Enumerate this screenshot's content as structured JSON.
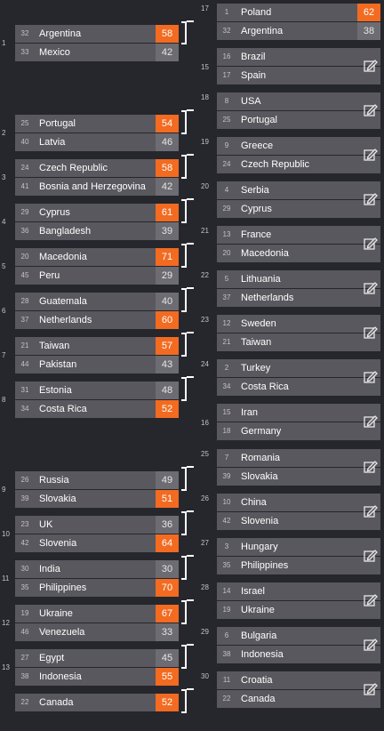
{
  "left_matches": [
    {
      "num": "1",
      "t1": {
        "seed": "32",
        "name": "Argentina",
        "score": "58",
        "win": true
      },
      "t2": {
        "seed": "33",
        "name": "Mexico",
        "score": "42",
        "win": false
      }
    },
    {
      "num": "2",
      "t1": {
        "seed": "25",
        "name": "Portugal",
        "score": "54",
        "win": true
      },
      "t2": {
        "seed": "40",
        "name": "Latvia",
        "score": "46",
        "win": false
      }
    },
    {
      "num": "3",
      "t1": {
        "seed": "24",
        "name": "Czech Republic",
        "score": "58",
        "win": true
      },
      "t2": {
        "seed": "41",
        "name": "Bosnia and Herzegovina",
        "score": "42",
        "win": false
      }
    },
    {
      "num": "4",
      "t1": {
        "seed": "29",
        "name": "Cyprus",
        "score": "61",
        "win": true
      },
      "t2": {
        "seed": "36",
        "name": "Bangladesh",
        "score": "39",
        "win": false
      }
    },
    {
      "num": "5",
      "t1": {
        "seed": "20",
        "name": "Macedonia",
        "score": "71",
        "win": true
      },
      "t2": {
        "seed": "45",
        "name": "Peru",
        "score": "29",
        "win": false
      }
    },
    {
      "num": "6",
      "t1": {
        "seed": "28",
        "name": "Guatemala",
        "score": "40",
        "win": false
      },
      "t2": {
        "seed": "37",
        "name": "Netherlands",
        "score": "60",
        "win": true
      }
    },
    {
      "num": "7",
      "t1": {
        "seed": "21",
        "name": "Taiwan",
        "score": "57",
        "win": true
      },
      "t2": {
        "seed": "44",
        "name": "Pakistan",
        "score": "43",
        "win": false
      }
    },
    {
      "num": "8",
      "t1": {
        "seed": "31",
        "name": "Estonia",
        "score": "48",
        "win": false
      },
      "t2": {
        "seed": "34",
        "name": "Costa Rica",
        "score": "52",
        "win": true
      }
    },
    {
      "num": "9",
      "t1": {
        "seed": "26",
        "name": "Russia",
        "score": "49",
        "win": false
      },
      "t2": {
        "seed": "39",
        "name": "Slovakia",
        "score": "51",
        "win": true
      }
    },
    {
      "num": "10",
      "t1": {
        "seed": "23",
        "name": "UK",
        "score": "36",
        "win": false
      },
      "t2": {
        "seed": "42",
        "name": "Slovenia",
        "score": "64",
        "win": true
      }
    },
    {
      "num": "11",
      "t1": {
        "seed": "30",
        "name": "India",
        "score": "30",
        "win": false
      },
      "t2": {
        "seed": "35",
        "name": "Philippines",
        "score": "70",
        "win": true
      }
    },
    {
      "num": "12",
      "t1": {
        "seed": "19",
        "name": "Ukraine",
        "score": "67",
        "win": true
      },
      "t2": {
        "seed": "46",
        "name": "Venezuela",
        "score": "33",
        "win": false
      }
    },
    {
      "num": "13",
      "t1": {
        "seed": "27",
        "name": "Egypt",
        "score": "45",
        "win": false
      },
      "t2": {
        "seed": "38",
        "name": "Indonesia",
        "score": "55",
        "win": true
      }
    },
    {
      "num": "",
      "t1": {
        "seed": "22",
        "name": "Canada",
        "score": "52",
        "win": true
      },
      "t2": {
        "seed": "",
        "name": "",
        "score": "",
        "win": false
      }
    }
  ],
  "right_matches": [
    {
      "num": "17",
      "t1": {
        "seed": "1",
        "name": "Poland",
        "score": "62",
        "win": true
      },
      "t2": {
        "seed": "32",
        "name": "Argentina",
        "score": "38",
        "win": false
      }
    },
    {
      "num": "15",
      "t1": {
        "seed": "16",
        "name": "Brazil"
      },
      "t2": {
        "seed": "17",
        "name": "Spain"
      }
    },
    {
      "num": "18",
      "t1": {
        "seed": "8",
        "name": "USA"
      },
      "t2": {
        "seed": "25",
        "name": "Portugal"
      }
    },
    {
      "num": "19",
      "t1": {
        "seed": "9",
        "name": "Greece"
      },
      "t2": {
        "seed": "24",
        "name": "Czech Republic"
      }
    },
    {
      "num": "20",
      "t1": {
        "seed": "4",
        "name": "Serbia"
      },
      "t2": {
        "seed": "29",
        "name": "Cyprus"
      }
    },
    {
      "num": "21",
      "t1": {
        "seed": "13",
        "name": "France"
      },
      "t2": {
        "seed": "20",
        "name": "Macedonia"
      }
    },
    {
      "num": "22",
      "t1": {
        "seed": "5",
        "name": "Lithuania"
      },
      "t2": {
        "seed": "37",
        "name": "Netherlands"
      }
    },
    {
      "num": "23",
      "t1": {
        "seed": "12",
        "name": "Sweden"
      },
      "t2": {
        "seed": "21",
        "name": "Taiwan"
      }
    },
    {
      "num": "24",
      "t1": {
        "seed": "2",
        "name": "Turkey"
      },
      "t2": {
        "seed": "34",
        "name": "Costa Rica"
      }
    },
    {
      "num": "16",
      "t1": {
        "seed": "15",
        "name": "Iran"
      },
      "t2": {
        "seed": "18",
        "name": "Germany"
      }
    },
    {
      "num": "25",
      "t1": {
        "seed": "7",
        "name": "Romania"
      },
      "t2": {
        "seed": "39",
        "name": "Slovakia"
      }
    },
    {
      "num": "26",
      "t1": {
        "seed": "10",
        "name": "China"
      },
      "t2": {
        "seed": "42",
        "name": "Slovenia"
      }
    },
    {
      "num": "27",
      "t1": {
        "seed": "3",
        "name": "Hungary"
      },
      "t2": {
        "seed": "35",
        "name": "Philippines"
      }
    },
    {
      "num": "28",
      "t1": {
        "seed": "14",
        "name": "Israel"
      },
      "t2": {
        "seed": "19",
        "name": "Ukraine"
      }
    },
    {
      "num": "29",
      "t1": {
        "seed": "6",
        "name": "Bulgaria"
      },
      "t2": {
        "seed": "38",
        "name": "Indonesia"
      }
    },
    {
      "num": "30",
      "t1": {
        "seed": "11",
        "name": "Croatia"
      },
      "t2": {
        "seed": "22",
        "name": "Canada"
      }
    }
  ],
  "edit_icon": "edit-icon",
  "colors": {
    "winner": "#f26b21",
    "box": "#58585e",
    "background": "#26262d"
  }
}
